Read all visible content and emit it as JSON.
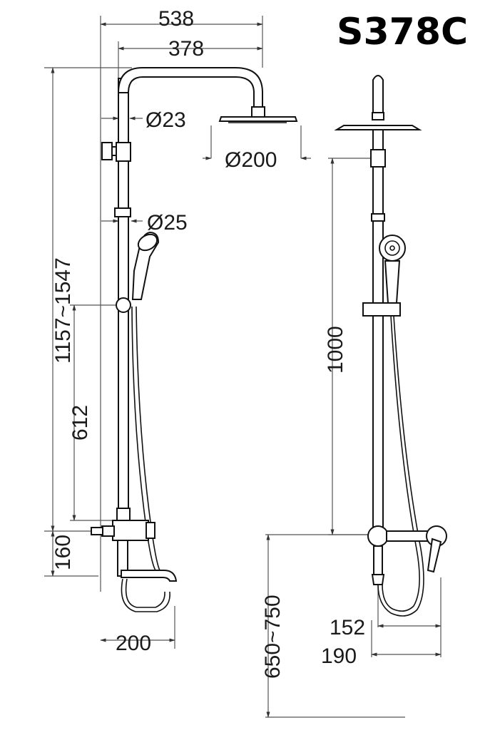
{
  "model_code": "S378C",
  "front_view": {
    "total_width": "538",
    "arm_reach": "378",
    "upper_pipe_diameter": "Ø23",
    "head_diameter": "Ø200",
    "lower_pipe_diameter": "Ø25",
    "height_range": "1157~1547",
    "holder_height": "612",
    "mixer_height": "160",
    "spout_length": "200"
  },
  "side_view": {
    "rail_length": "1000",
    "install_height": "650~750",
    "spout_projection": "152",
    "mixer_projection": "190"
  }
}
